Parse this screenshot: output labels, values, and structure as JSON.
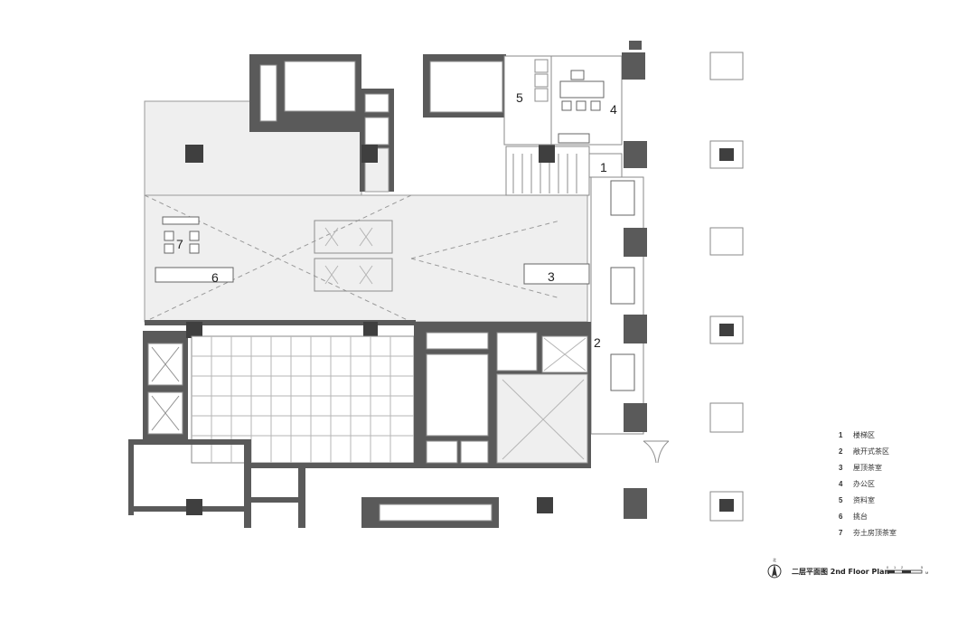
{
  "room_labels": [
    {
      "number": "1"
    },
    {
      "number": "2"
    },
    {
      "number": "3"
    },
    {
      "number": "4"
    },
    {
      "number": "5"
    },
    {
      "number": "6"
    },
    {
      "number": "7"
    }
  ],
  "legend": [
    {
      "number": "1",
      "text": "楼梯区"
    },
    {
      "number": "2",
      "text": "敞开式茶区"
    },
    {
      "number": "3",
      "text": "屋顶茶室"
    },
    {
      "number": "4",
      "text": "办公区"
    },
    {
      "number": "5",
      "text": "资料室"
    },
    {
      "number": "6",
      "text": "挑台"
    },
    {
      "number": "7",
      "text": "夯土房顶茶室"
    }
  ],
  "title": "二层平面图 2nd Floor Plan",
  "north_label": "北",
  "scale_ticks": [
    "0",
    "1",
    "2",
    "5",
    "M"
  ],
  "colors": {
    "wall": "#5a5a5a",
    "floor": "#efefef",
    "line": "#8d8d8d"
  }
}
